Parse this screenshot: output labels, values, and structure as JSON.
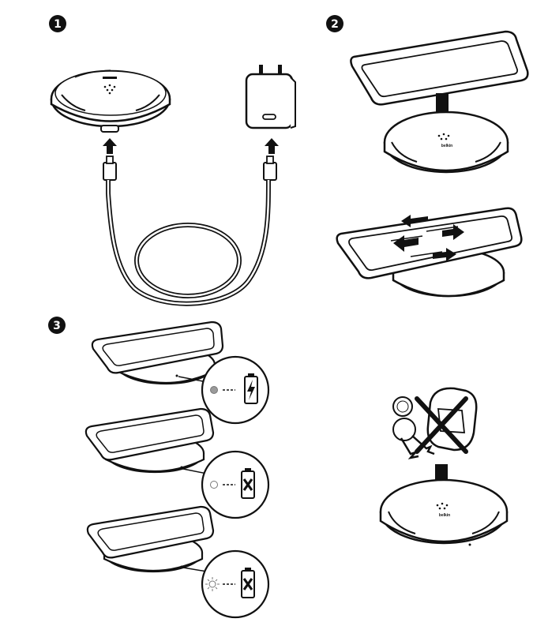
{
  "steps": {
    "one": {
      "number": "1"
    },
    "two": {
      "number": "2"
    },
    "three": {
      "number": "3"
    }
  },
  "brand": {
    "logo_text": "belkin"
  },
  "status_indicators": [
    {
      "state": "steady",
      "meaning": "charging",
      "battery_icon": "battery-bolt-icon"
    },
    {
      "state": "off",
      "meaning": "not-charging",
      "battery_icon": "battery-x-icon"
    },
    {
      "state": "flashing",
      "meaning": "error",
      "battery_icon": "battery-x-icon"
    }
  ],
  "colors": {
    "ink": "#111111",
    "paper": "#ffffff",
    "led_steady": "#9a9a9a",
    "led_off": "#ffffff"
  }
}
